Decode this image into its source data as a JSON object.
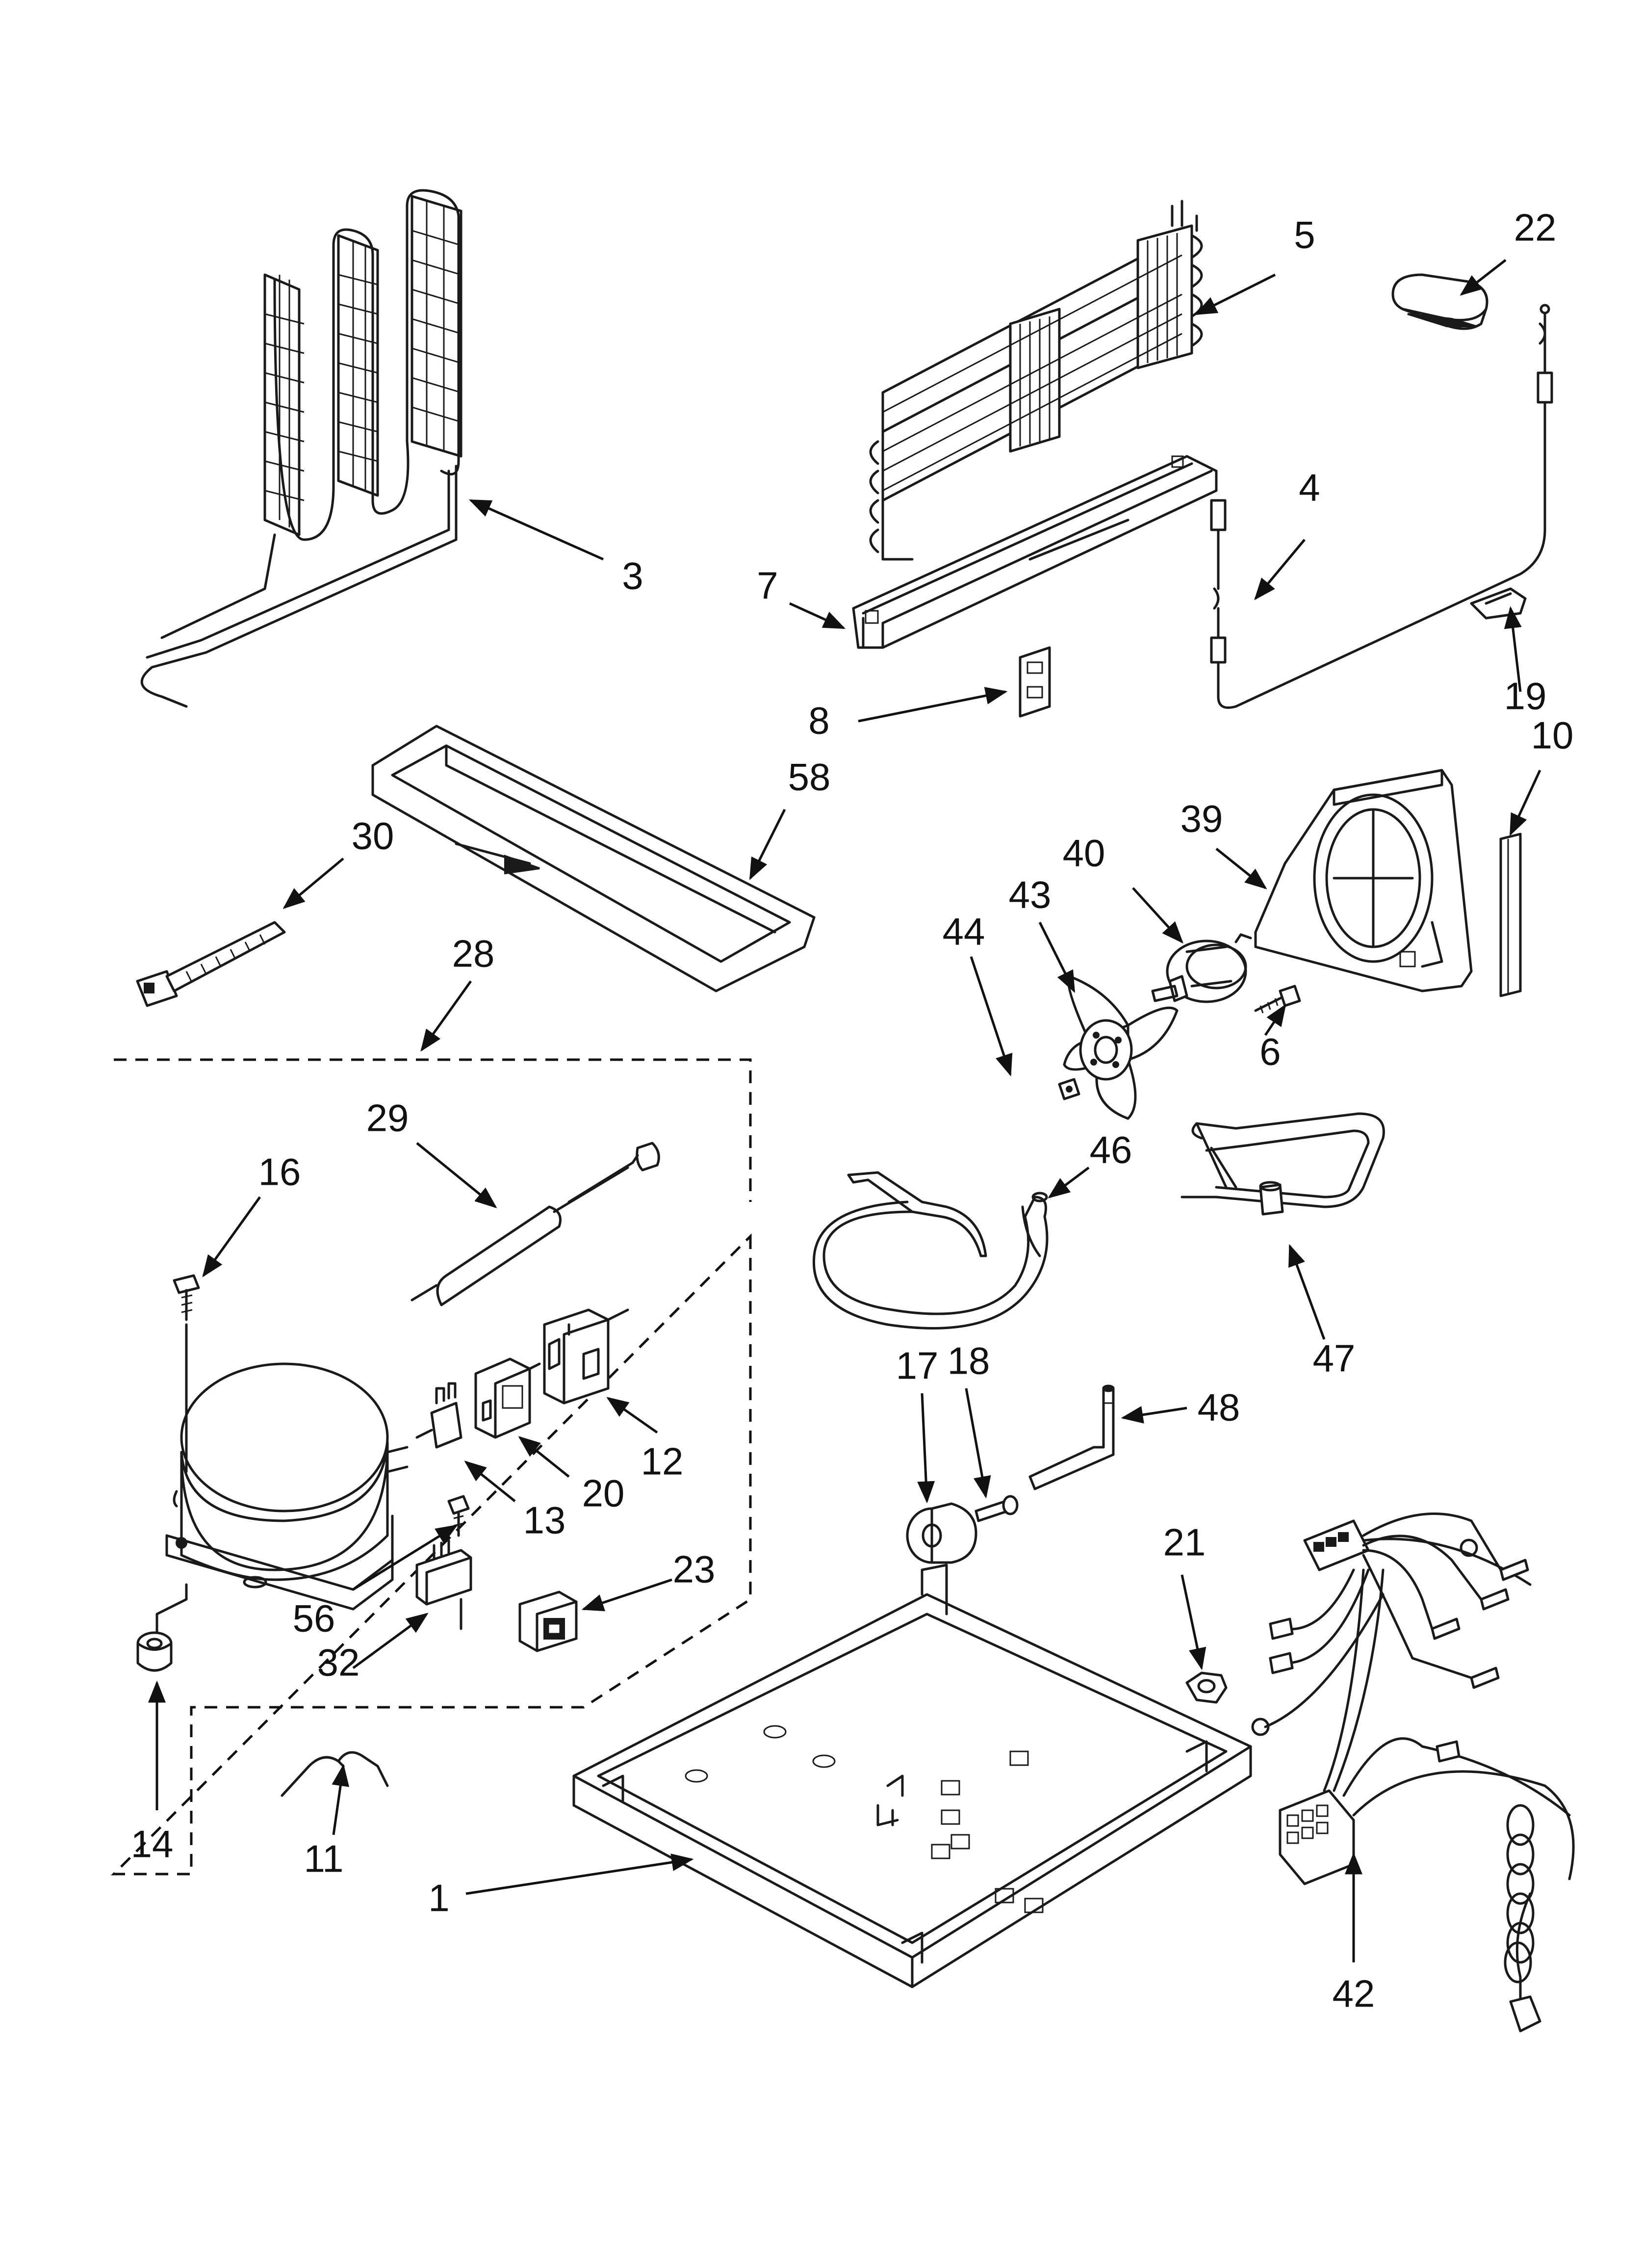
{
  "callouts": {
    "c1": "1",
    "c3": "3",
    "c4": "4",
    "c5": "5",
    "c6": "6",
    "c7": "7",
    "c8": "8",
    "c10": "10",
    "c11": "11",
    "c12": "12",
    "c13": "13",
    "c14": "14",
    "c16": "16",
    "c17": "17",
    "c18": "18",
    "c19": "19",
    "c20": "20",
    "c21": "21",
    "c22": "22",
    "c23": "23",
    "c28": "28",
    "c29": "29",
    "c30": "30",
    "c32": "32",
    "c39": "39",
    "c40": "40",
    "c42": "42",
    "c43": "43",
    "c44": "44",
    "c46": "46",
    "c47": "47",
    "c48": "48",
    "c56": "56",
    "c58": "58"
  },
  "colors": {
    "line": "#1a1a1a",
    "background": "#ffffff"
  }
}
